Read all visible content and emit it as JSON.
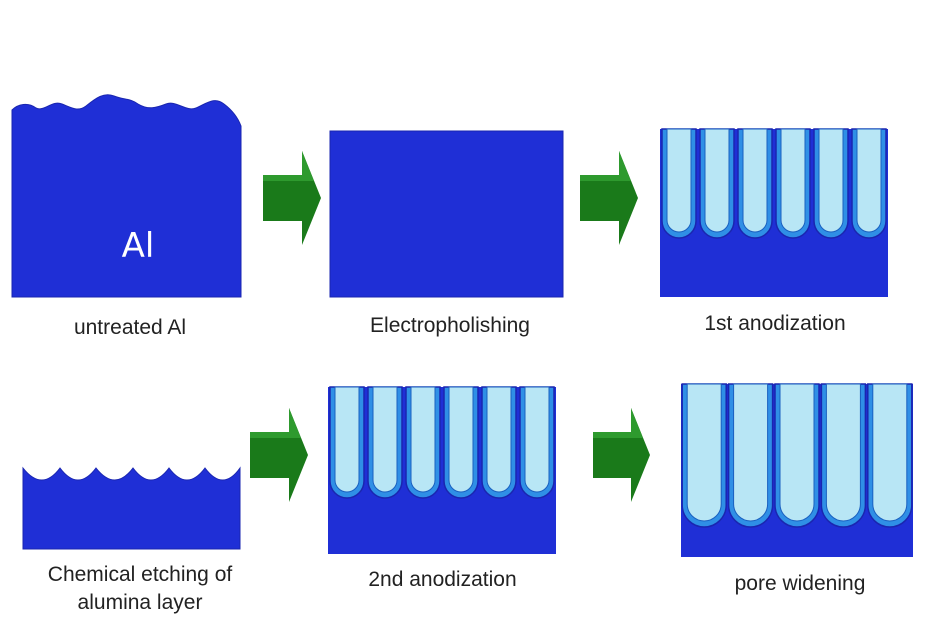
{
  "steps": [
    {
      "id": "untreated",
      "caption": "untreated Al"
    },
    {
      "id": "electropolishing",
      "caption": "Electropholishing"
    },
    {
      "id": "first-anodization",
      "caption": "1st anodization"
    },
    {
      "id": "chemical-etching",
      "caption_line1": "Chemical etching of",
      "caption_line2": "alumina layer"
    },
    {
      "id": "second-anodization",
      "caption": "2nd anodization"
    },
    {
      "id": "pore-widening",
      "caption": "pore widening"
    }
  ],
  "labels": {
    "aluminum": "Al"
  },
  "colors": {
    "aluminum": "#1f2fd6",
    "aluminum_edge": "#1a26b0",
    "oxide": "#2f8fe6",
    "pore": "#b8e6f5",
    "arrow": "#1a7a1a",
    "arrow_light": "#2e9a2e"
  },
  "icons": {
    "arrow": "right-arrow-icon"
  }
}
